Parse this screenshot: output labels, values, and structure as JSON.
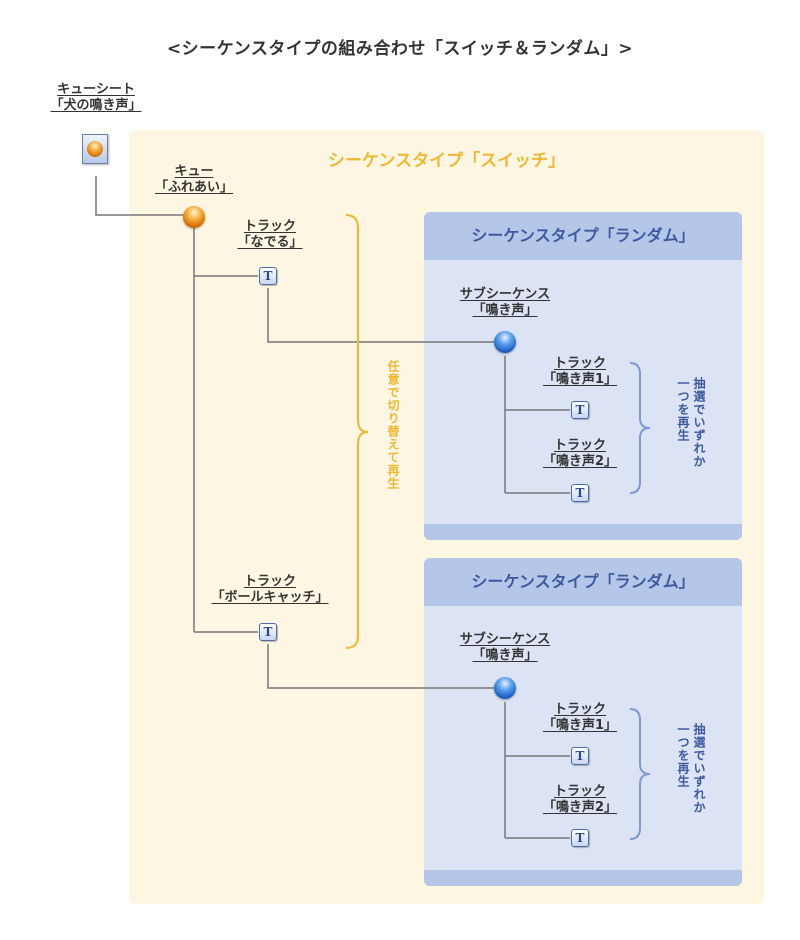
{
  "title": "<シーケンスタイプの組み合わせ「スイッチ＆ランダム」>",
  "cue_sheet": {
    "label_top": "キューシート",
    "label_bottom": "「犬の鳴き声」",
    "icon": "cue-sheet-icon"
  },
  "switch_panel": {
    "title": "シーケンスタイプ「スイッチ」",
    "cue": {
      "label_top": "キュー",
      "label_bottom": "「ふれあい」",
      "icon": "orange-orb-icon"
    },
    "track_1": {
      "label_top": "トラック",
      "label_bottom": "「なでる」",
      "icon": "track-t-icon"
    },
    "track_2": {
      "label_top": "トラック",
      "label_bottom": "「ボールキャッチ」",
      "icon": "track-t-icon"
    },
    "brace_note": "任意で切り替えて再生",
    "color": "#f0b830"
  },
  "random_panels": [
    {
      "title": "シーケンスタイプ「ランダム」",
      "subsequence": {
        "label_top": "サブシーケンス",
        "label_bottom": "「鳴き声」",
        "icon": "blue-orb-icon"
      },
      "tracks": [
        {
          "label_top": "トラック",
          "label_bottom": "「鳴き声1」"
        },
        {
          "label_top": "トラック",
          "label_bottom": "「鳴き声2」"
        }
      ],
      "brace_note_1": "抽選でいずれか",
      "brace_note_2": "一つを再生"
    },
    {
      "title": "シーケンスタイプ「ランダム」",
      "subsequence": {
        "label_top": "サブシーケンス",
        "label_bottom": "「鳴き声」",
        "icon": "blue-orb-icon"
      },
      "tracks": [
        {
          "label_top": "トラック",
          "label_bottom": "「鳴き声1」"
        },
        {
          "label_top": "トラック",
          "label_bottom": "「鳴き声2」"
        }
      ],
      "brace_note_1": "抽選でいずれか",
      "brace_note_2": "一つを再生"
    }
  ],
  "track_icon_letter": "T",
  "colors": {
    "switch_bg": "#fdf6e2",
    "random_bg": "#dbe3f4",
    "random_header": "#b4c7e8",
    "random_text": "#3d5a9e",
    "line": "#777777"
  }
}
